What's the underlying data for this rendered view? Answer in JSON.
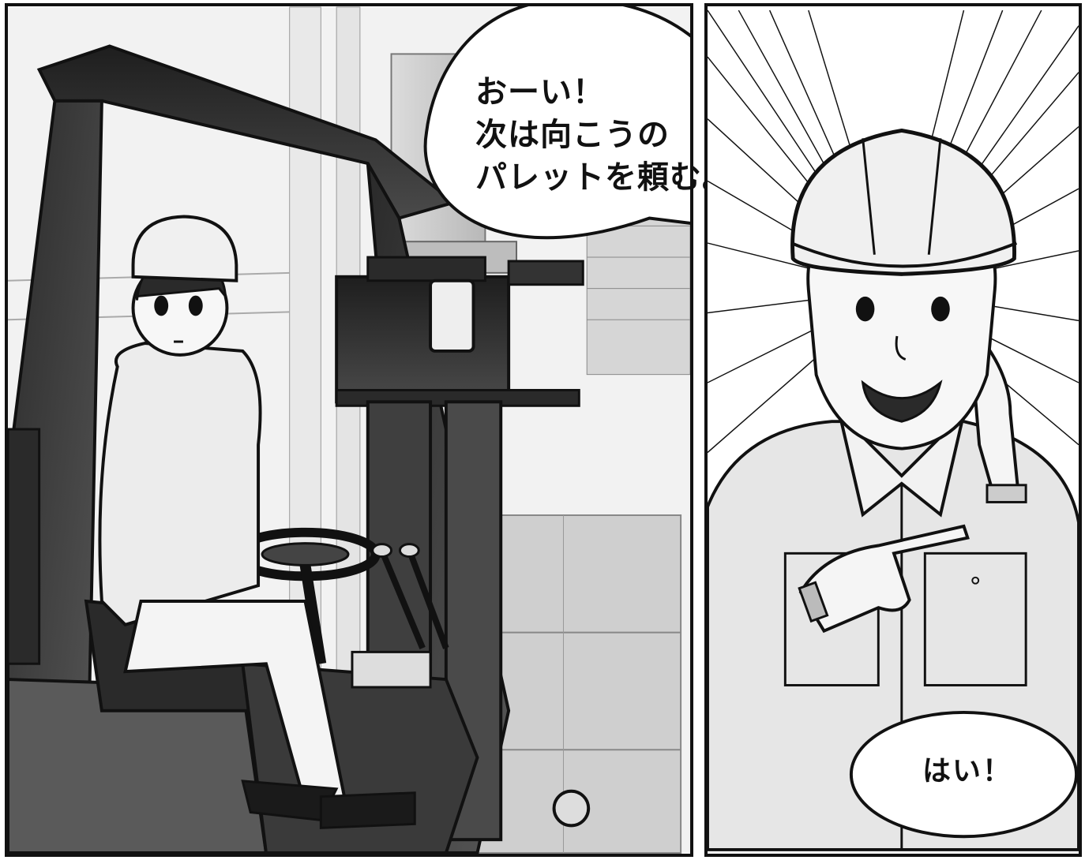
{
  "panels": [
    {
      "id": "forklift-driver-panel",
      "speech": {
        "lines": [
          "おーい！",
          "次は向こうの",
          "パレットを頼む。"
        ]
      }
    },
    {
      "id": "supervisor-panel",
      "speech": {
        "lines": [
          "はい！"
        ]
      }
    }
  ],
  "colors": {
    "ink": "#111111",
    "dark_gray": "#3a3a3a",
    "mid_gray": "#707070",
    "light_gray": "#cfcfcf",
    "paper": "#ffffff"
  }
}
